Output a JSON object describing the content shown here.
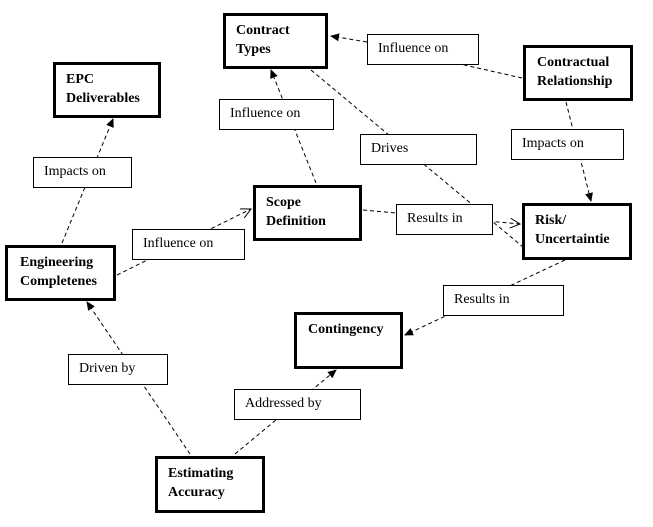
{
  "diagram": {
    "nodes": [
      {
        "id": "epc",
        "lines": [
          "EPC",
          "Deliverables"
        ]
      },
      {
        "id": "contract_types",
        "lines": [
          "Contract",
          "Types"
        ]
      },
      {
        "id": "contractual_rel",
        "lines": [
          "Contractual",
          "Relationship"
        ]
      },
      {
        "id": "scope",
        "lines": [
          "Scope",
          "Definition"
        ]
      },
      {
        "id": "risk",
        "lines": [
          "Risk/",
          "Uncertaintie"
        ]
      },
      {
        "id": "engineering",
        "lines": [
          "Engineering",
          "Completenes"
        ]
      },
      {
        "id": "contingency",
        "lines": [
          "Contingency"
        ]
      },
      {
        "id": "estimating",
        "lines": [
          "Estimating",
          "Accuracy"
        ]
      }
    ],
    "edges": [
      {
        "from": "engineering",
        "to": "epc",
        "label": "Impacts on"
      },
      {
        "from": "scope",
        "to": "contract_types",
        "label": "Influence on"
      },
      {
        "from": "contractual_rel",
        "to": "contract_types",
        "label": "Influence on"
      },
      {
        "from": "contract_types",
        "to": "risk",
        "label": "Drives"
      },
      {
        "from": "contractual_rel",
        "to": "risk",
        "label": "Impacts on"
      },
      {
        "from": "engineering",
        "to": "scope",
        "label": "Influence on"
      },
      {
        "from": "scope",
        "to": "risk",
        "label": "Results in"
      },
      {
        "from": "risk",
        "to": "contingency",
        "label": "Results in"
      },
      {
        "from": "estimating",
        "to": "engineering",
        "label": "Driven by"
      },
      {
        "from": "estimating",
        "to": "contingency",
        "label": "Addressed by"
      }
    ]
  }
}
